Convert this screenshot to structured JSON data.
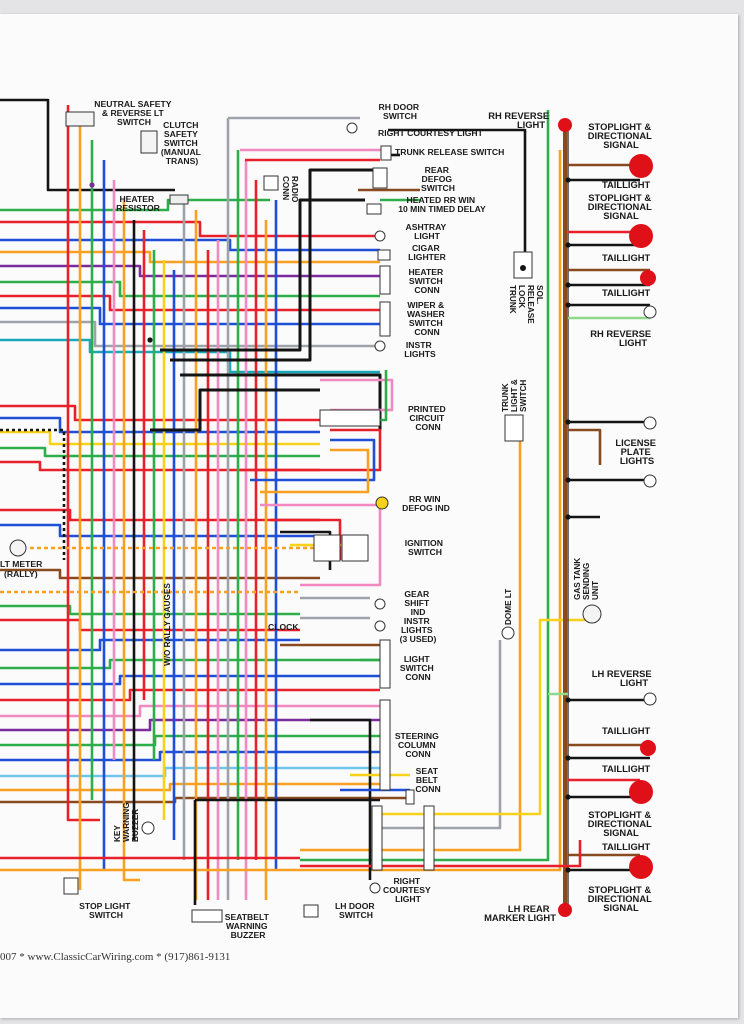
{
  "labels": {
    "neutral_safety": [
      "NEUTRAL SAFETY",
      "& REVERSE LT",
      "SWITCH"
    ],
    "clutch_safety": [
      "CLUTCH",
      "SAFETY",
      "SWITCH",
      "(MANUAL",
      "TRANS)"
    ],
    "heater_resistor": [
      "HEATER",
      "RESISTOR"
    ],
    "radio_conn": [
      "RADIO",
      "CONN"
    ],
    "rh_door_switch": [
      "RH DOOR",
      "SWITCH"
    ],
    "right_courtesy_top": "RIGHT COURTESY LIGHT",
    "trunk_release_switch": "TRUNK RELEASE SWITCH",
    "rear_defog_switch": [
      "REAR",
      "DEFOG",
      "SWITCH"
    ],
    "heated_rr_win": [
      "HEATED RR WIN",
      "10 MIN TIMED DELAY"
    ],
    "ashtray_light": [
      "ASHTRAY",
      "LIGHT"
    ],
    "cigar_lighter": [
      "CIGAR",
      "LIGHTER"
    ],
    "heater_switch_conn": [
      "HEATER",
      "SWITCH",
      "CONN"
    ],
    "wiper_washer": [
      "WIPER &",
      "WASHER",
      "SWITCH",
      "CONN"
    ],
    "instr_lights_top": [
      "INSTR",
      "LIGHTS"
    ],
    "printed_circuit": [
      "PRINTED",
      "CIRCUIT",
      "CONN"
    ],
    "rr_win_defog_ind": [
      "RR WIN",
      "DEFOG IND"
    ],
    "ignition_switch": [
      "IGNITION",
      "SWITCH"
    ],
    "volt_meter": [
      "LT METER",
      "(RALLY)"
    ],
    "gear_shift_ind": [
      "GEAR",
      "SHIFT",
      "IND"
    ],
    "instr_lights_bottom": [
      "INSTR",
      "LIGHTS",
      "(3 USED)"
    ],
    "clock": "CLOCK",
    "w_o_rally_gauges": "W/O RALLY GAUGES",
    "light_switch_conn": [
      "LIGHT",
      "SWITCH",
      "CONN"
    ],
    "steering_column_conn": [
      "STEERING",
      "COLUMN",
      "CONN"
    ],
    "seat_belt_conn": [
      "SEAT",
      "BELT",
      "CONN"
    ],
    "key_warning_buzzer": [
      "KEY",
      "WARNING",
      "BUZZER"
    ],
    "stop_light_switch": [
      "STOP LIGHT",
      "SWITCH"
    ],
    "seatbelt_warning_buzzer": [
      "SEATBELT",
      "WARNING",
      "BUZZER"
    ],
    "lh_door_switch": [
      "LH DOOR",
      "SWITCH"
    ],
    "right_courtesy_bottom": [
      "RIGHT",
      "COURTESY",
      "LIGHT"
    ],
    "trunk_lock_release": [
      "TRUNK",
      "LOCK",
      "RELEASE",
      "SOL."
    ],
    "trunk_light_switch": [
      "TRUNK",
      "LIGHT &",
      "SWITCH"
    ],
    "dome_lt": "DOME LT",
    "gas_tank_sending_unit": [
      "GAS TANK",
      "SENDING",
      "UNIT"
    ],
    "rh_reverse_light_top": [
      "RH REVERSE",
      "LIGHT"
    ],
    "stoplight_directional_1": [
      "STOPLIGHT &",
      "DIRECTIONAL",
      "SIGNAL"
    ],
    "taillight_1": "TAILLIGHT",
    "stoplight_directional_2": [
      "STOPLIGHT &",
      "DIRECTIONAL",
      "SIGNAL"
    ],
    "taillight_2": "TAILLIGHT",
    "taillight_3": "TAILLIGHT",
    "rh_reverse_light_2": [
      "RH REVERSE",
      "LIGHT"
    ],
    "license_plate_lights": [
      "LICENSE",
      "PLATE",
      "LIGHTS"
    ],
    "lh_reverse_light": [
      "LH REVERSE",
      "LIGHT"
    ],
    "taillight_4": "TAILLIGHT",
    "taillight_5": "TAILLIGHT",
    "stoplight_directional_3": [
      "STOPLIGHT &",
      "DIRECTIONAL",
      "SIGNAL"
    ],
    "taillight_6": "TAILLIGHT",
    "stoplight_directional_4": [
      "STOPLIGHT &",
      "DIRECTIONAL",
      "SIGNAL"
    ],
    "lh_rear_marker": [
      "LH REAR",
      "MARKER LIGHT"
    ]
  },
  "footer": "007 * www.ClassicCarWiring.com * (917)861-9131",
  "colors": {
    "red": "#e8202a",
    "green": "#2eae4a",
    "blue": "#1f4fd6",
    "black": "#141414",
    "orange": "#f7a021",
    "yellow": "#f6d21a",
    "pink": "#f08ac0",
    "purple": "#7a2c9c",
    "brown": "#8a4a1f",
    "gray": "#9da3a8",
    "lightgreen": "#8ed98a",
    "teal": "#1aa7b8",
    "lightblue": "#6ec6ef",
    "darkblue": "#1a2aa8",
    "lamp_red": "#e01018"
  }
}
